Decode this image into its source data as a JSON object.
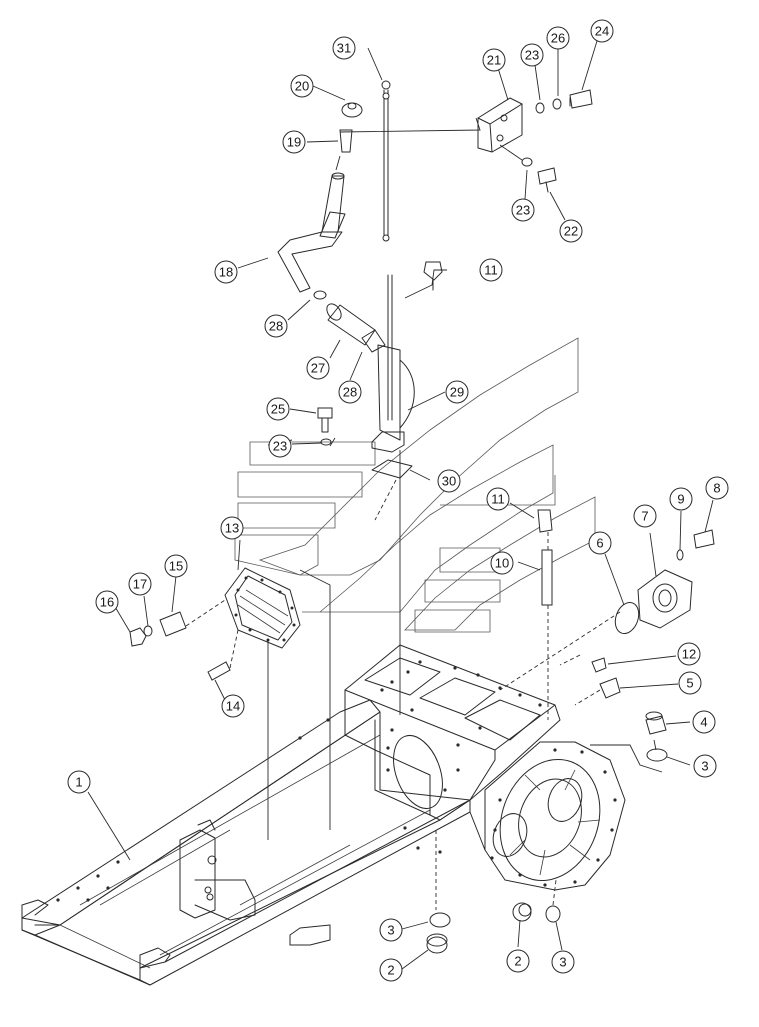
{
  "diagram": {
    "callouts": [
      {
        "id": "c31",
        "label": "31"
      },
      {
        "id": "c20",
        "label": "20"
      },
      {
        "id": "c19",
        "label": "19"
      },
      {
        "id": "c21",
        "label": "21"
      },
      {
        "id": "c23a",
        "label": "23"
      },
      {
        "id": "c26",
        "label": "26"
      },
      {
        "id": "c24",
        "label": "24"
      },
      {
        "id": "c23b",
        "label": "23"
      },
      {
        "id": "c22",
        "label": "22"
      },
      {
        "id": "c18",
        "label": "18"
      },
      {
        "id": "c11a",
        "label": "11"
      },
      {
        "id": "c28a",
        "label": "28"
      },
      {
        "id": "c27",
        "label": "27"
      },
      {
        "id": "c28b",
        "label": "28"
      },
      {
        "id": "c29",
        "label": "29"
      },
      {
        "id": "c25",
        "label": "25"
      },
      {
        "id": "c23c",
        "label": "23"
      },
      {
        "id": "c30",
        "label": "30"
      },
      {
        "id": "c11b",
        "label": "11"
      },
      {
        "id": "c13",
        "label": "13"
      },
      {
        "id": "c10",
        "label": "10"
      },
      {
        "id": "c6",
        "label": "6"
      },
      {
        "id": "c7",
        "label": "7"
      },
      {
        "id": "c9",
        "label": "9"
      },
      {
        "id": "c8",
        "label": "8"
      },
      {
        "id": "c15",
        "label": "15"
      },
      {
        "id": "c17",
        "label": "17"
      },
      {
        "id": "c16",
        "label": "16"
      },
      {
        "id": "c14",
        "label": "14"
      },
      {
        "id": "c12",
        "label": "12"
      },
      {
        "id": "c5",
        "label": "5"
      },
      {
        "id": "c4",
        "label": "4"
      },
      {
        "id": "c3a",
        "label": "3"
      },
      {
        "id": "c1",
        "label": "1"
      },
      {
        "id": "c3b",
        "label": "3"
      },
      {
        "id": "c2a",
        "label": "2"
      },
      {
        "id": "c2b",
        "label": "2"
      },
      {
        "id": "c3c",
        "label": "3"
      }
    ]
  }
}
